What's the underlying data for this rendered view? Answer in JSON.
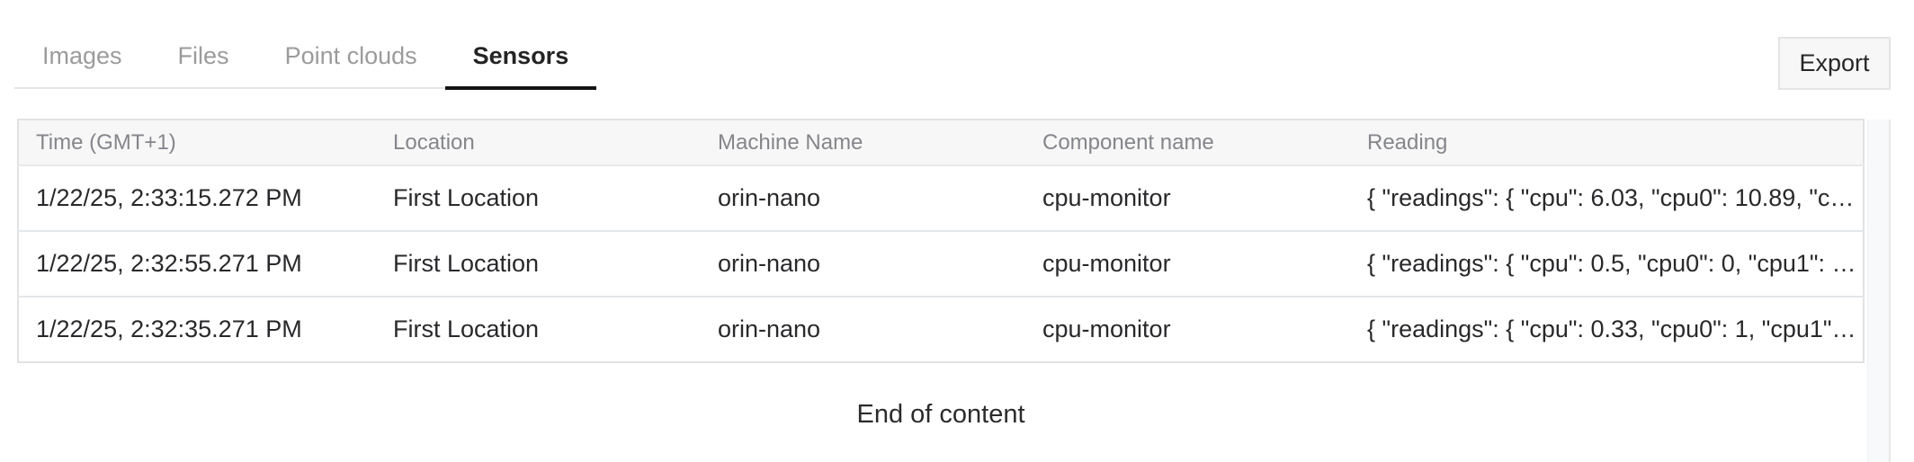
{
  "tabs": {
    "items": [
      {
        "label": "Images",
        "active": false
      },
      {
        "label": "Files",
        "active": false
      },
      {
        "label": "Point clouds",
        "active": false
      },
      {
        "label": "Sensors",
        "active": true
      }
    ]
  },
  "toolbar": {
    "export_label": "Export"
  },
  "table": {
    "columns": [
      "Time (GMT+1)",
      "Location",
      "Machine Name",
      "Component name",
      "Reading"
    ],
    "rows": [
      {
        "time": "1/22/25, 2:33:15.272 PM",
        "location": "First Location",
        "machine_name": "orin-nano",
        "component_name": "cpu-monitor",
        "reading": "{ \"readings\": { \"cpu\": 6.03, \"cpu0\": 10.89, \"c…"
      },
      {
        "time": "1/22/25, 2:32:55.271 PM",
        "location": "First Location",
        "machine_name": "orin-nano",
        "component_name": "cpu-monitor",
        "reading": "{ \"readings\": { \"cpu\": 0.5, \"cpu0\": 0, \"cpu1\": …"
      },
      {
        "time": "1/22/25, 2:32:35.271 PM",
        "location": "First Location",
        "machine_name": "orin-nano",
        "component_name": "cpu-monitor",
        "reading": "{ \"readings\": { \"cpu\": 0.33, \"cpu0\": 1, \"cpu1\"…"
      }
    ]
  },
  "footer": {
    "end_message": "End of content"
  },
  "colors": {
    "active_tab_text": "#242424",
    "inactive_tab_text": "#9b9b9b",
    "active_tab_underline": "#141414",
    "header_bg": "#f7f7f7",
    "header_text": "#85868b",
    "table_border": "#e2e2e2",
    "row_separator": "#e4e7ea",
    "button_bg": "#f7f7f7",
    "button_border": "#e3e3e3"
  }
}
